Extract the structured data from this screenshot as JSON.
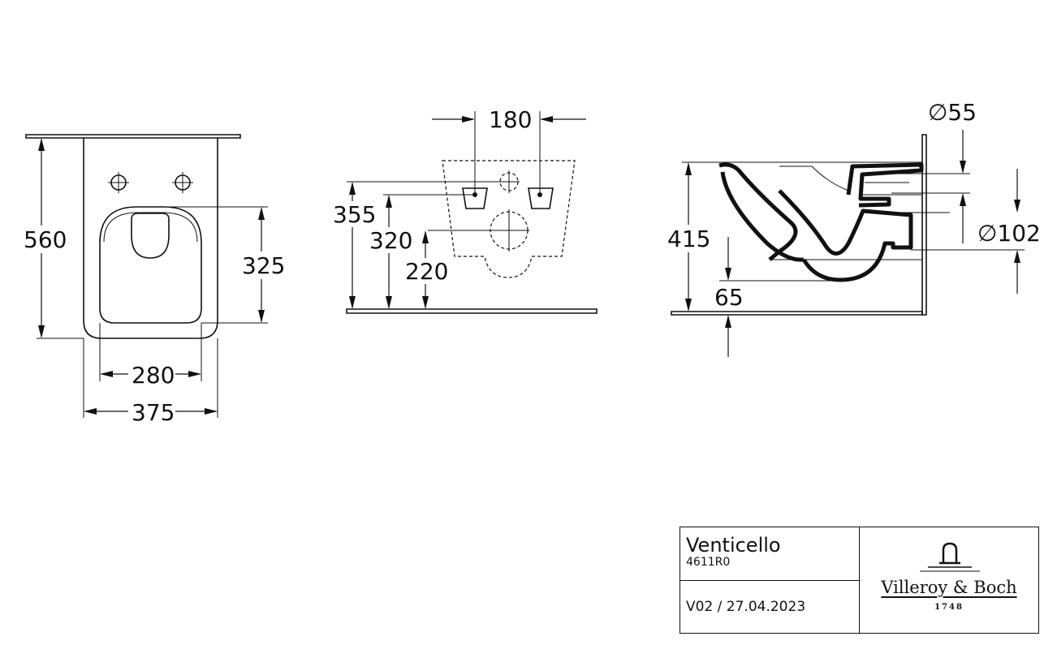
{
  "front_view": {
    "height_label": "560",
    "seat_height_label": "325",
    "seat_width_label": "280",
    "width_label": "375"
  },
  "wall_view": {
    "spacing_label": "180",
    "height_a_label": "355",
    "height_b_label": "320",
    "height_c_label": "220"
  },
  "side_view": {
    "pipe_small_label": "∅55",
    "pipe_large_label": "∅102",
    "height_label": "415",
    "drop_label": "65"
  },
  "title_block": {
    "product_name": "Venticello",
    "product_code": "4611R0",
    "version": "V02 / 27.04.2023",
    "brand_name": "Villeroy & Boch",
    "brand_year": "1748"
  }
}
